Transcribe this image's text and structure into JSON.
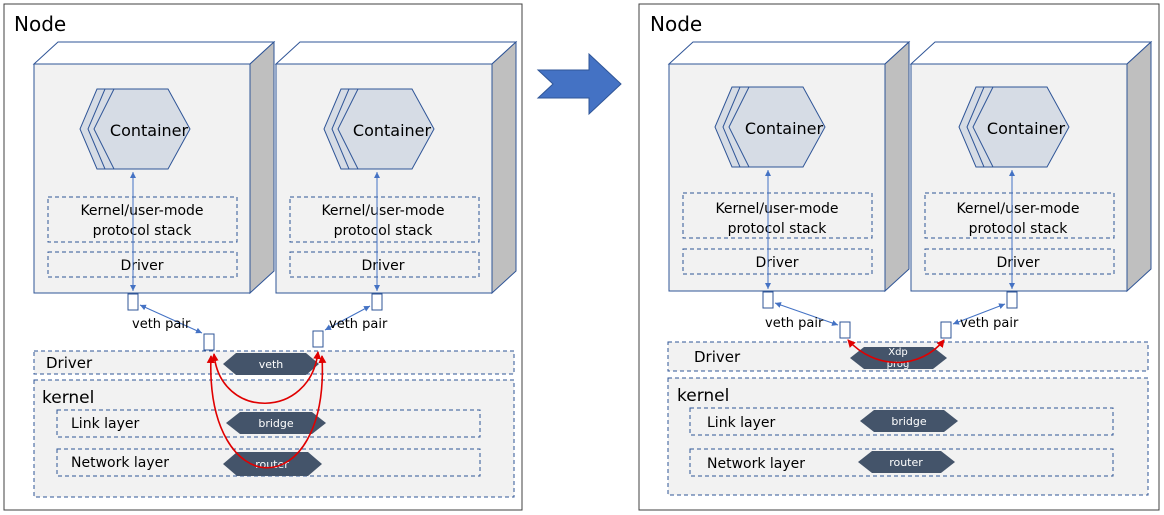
{
  "arrow_color": "#4472C4",
  "panels": [
    {
      "node_label": "Node",
      "containers": [
        {
          "label": "Container",
          "stack_label_1": "Kernel/user-mode",
          "stack_label_2": "protocol stack",
          "driver_label": "Driver"
        },
        {
          "label": "Container",
          "stack_label_1": "Kernel/user-mode",
          "stack_label_2": "protocol stack",
          "driver_label": "Driver"
        }
      ],
      "veth_pair_label_left": "veth pair",
      "veth_pair_label_right": "veth pair",
      "driver_label": "Driver",
      "kernel_label": "kernel",
      "link_layer_label": "Link layer",
      "network_layer_label": "Network layer",
      "driver_hex": "veth",
      "bridge_hex": "bridge",
      "router_hex": "router"
    },
    {
      "node_label": "Node",
      "containers": [
        {
          "label": "Container",
          "stack_label_1": "Kernel/user-mode",
          "stack_label_2": "protocol stack",
          "driver_label": "Driver"
        },
        {
          "label": "Container",
          "stack_label_1": "Kernel/user-mode",
          "stack_label_2": "protocol stack",
          "driver_label": "Driver"
        }
      ],
      "veth_pair_label_left": "veth pair",
      "veth_pair_label_right": "veth pair",
      "driver_label": "Driver",
      "kernel_label": "kernel",
      "link_layer_label": "Link layer",
      "network_layer_label": "Network layer",
      "driver_hex_1": "Xdp",
      "driver_hex_2": "prog",
      "bridge_hex": "bridge",
      "router_hex": "router"
    }
  ],
  "colors": {
    "frame": "#404040",
    "cube_face": "#F2F2F2",
    "cube_side": "#BFBFBF",
    "cube_stroke": "#2F5597",
    "dashed": "#2F5597",
    "band_fill": "#F2F2F2",
    "hex_dark": "#44546A",
    "container_fill": "#D6DCE5",
    "link_blue": "#4472C4",
    "path_red": "#E00000"
  }
}
